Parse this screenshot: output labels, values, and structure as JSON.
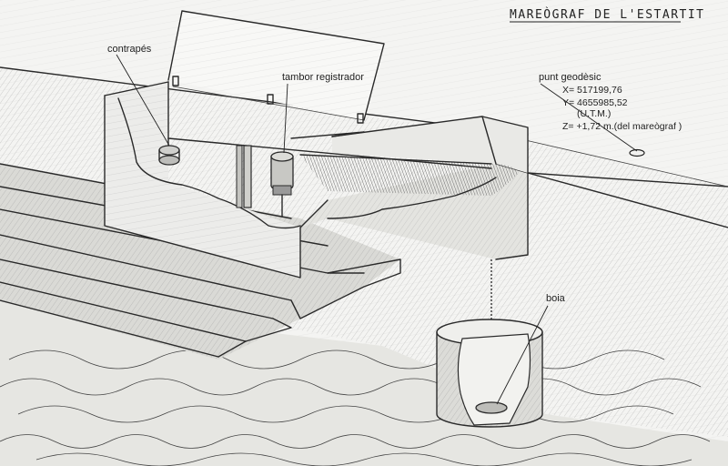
{
  "title": "MAREÒGRAF DE L'ESTARTIT",
  "labels": {
    "contrapes": "contrapés",
    "tambor": "tambor registrador",
    "punt": "punt geodèsic",
    "boia": "boia"
  },
  "coords": {
    "x": "X=    517199,76",
    "y": "Y=    4655985,52",
    "utm": "(U.T.M.)",
    "z": "Z=  +1,72 m.(del mareògraf )"
  },
  "colors": {
    "ink": "#2a2a2a",
    "paper": "#f4f4f2",
    "shade": "#9a9a9a",
    "dark": "#3a3a3a"
  }
}
